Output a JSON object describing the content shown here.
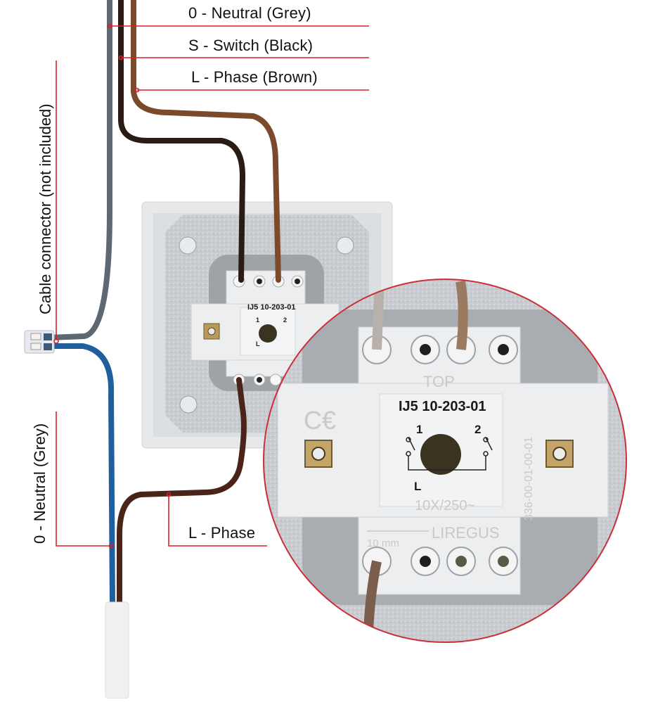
{
  "diagram": {
    "title": "Single-pole switch wiring diagram (rear view)",
    "callouts": {
      "neutral_top": "0 - Neutral (Grey)",
      "switch_top": "S - Switch (Black)",
      "phase_top": "L - Phase (Brown)",
      "cable_connector": "Cable connector (not included)",
      "neutral_bottom": "0 - Neutral (Grey)",
      "phase_bottom": "L - Phase"
    },
    "switch_markings": {
      "model": "IJ5 10-203-01",
      "top": "TOP",
      "terminal_1": "1",
      "terminal_2": "2",
      "terminal_l": "L",
      "rating": "10X/250~",
      "brand": "LIREGUS",
      "strip_length": "10 mm",
      "code": "336-00-01-00-01"
    },
    "colors": {
      "callout_line": "#d6202a",
      "neutral_wire": "#5d6873",
      "neutral_wire_blue": "#1f5f9e",
      "switch_wire": "#2a1b14",
      "phase_wire": "#7a4a2a",
      "phase_wire_dark": "#4a2418",
      "frame": "#e4e6e8",
      "plate": "#c9ccd0",
      "cable_jacket": "#f1f1f1"
    }
  }
}
